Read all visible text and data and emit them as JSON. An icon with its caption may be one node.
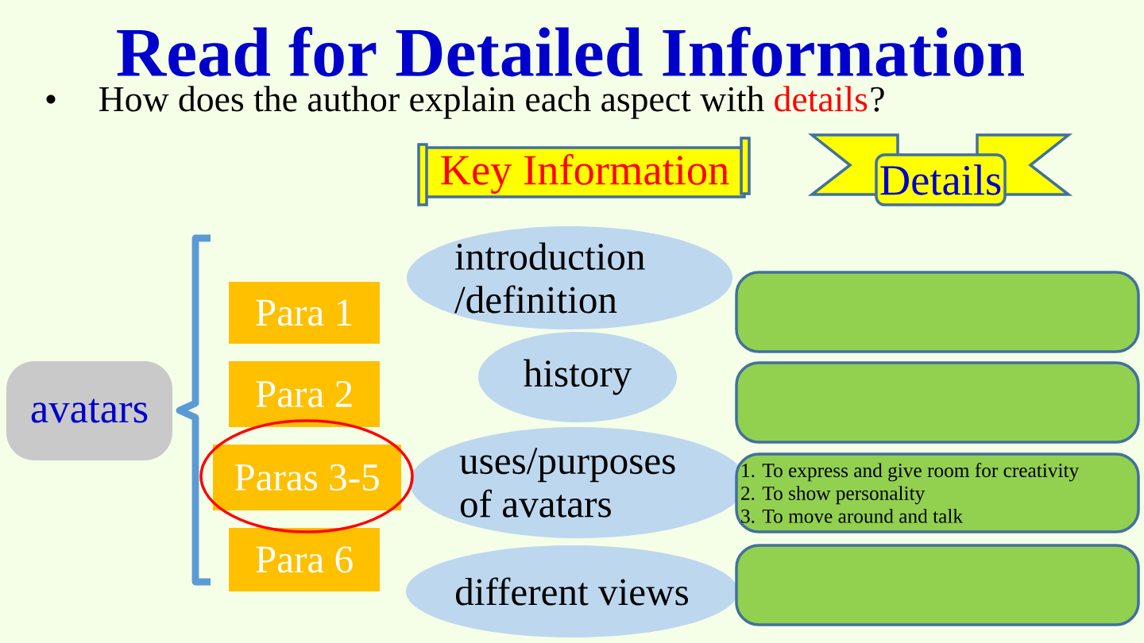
{
  "diagram": {
    "title": "Read for Detailed Information",
    "nodes": [
      {
        "text": [
          "Key Information"
        ]
      },
      {
        "text": [
          "Details"
        ]
      },
      {
        "text": [
          "avatars"
        ]
      },
      {
        "text": [
          "Para 1"
        ]
      },
      {
        "text": [
          "Para 2"
        ]
      },
      {
        "text": [
          "Paras 3-5"
        ]
      },
      {
        "text": [
          "Para 6"
        ]
      },
      {
        "text": [
          "introduction /definition"
        ]
      },
      {
        "text": [
          "history"
        ]
      },
      {
        "text": [
          "uses/purposes of avatars"
        ]
      },
      {
        "text": [
          "different views"
        ]
      },
      {
        "text": [],
        "shape": "box"
      },
      {
        "text": [],
        "shape": "box"
      },
      {
        "text": [
          "1. To express and give room for creativity",
          "2. To show personality",
          "3. To move around and talk"
        ]
      },
      {
        "text": [],
        "shape": "box"
      }
    ],
    "labels": [
      "How does the author explain each aspect with",
      "details",
      "?"
    ]
  }
}
